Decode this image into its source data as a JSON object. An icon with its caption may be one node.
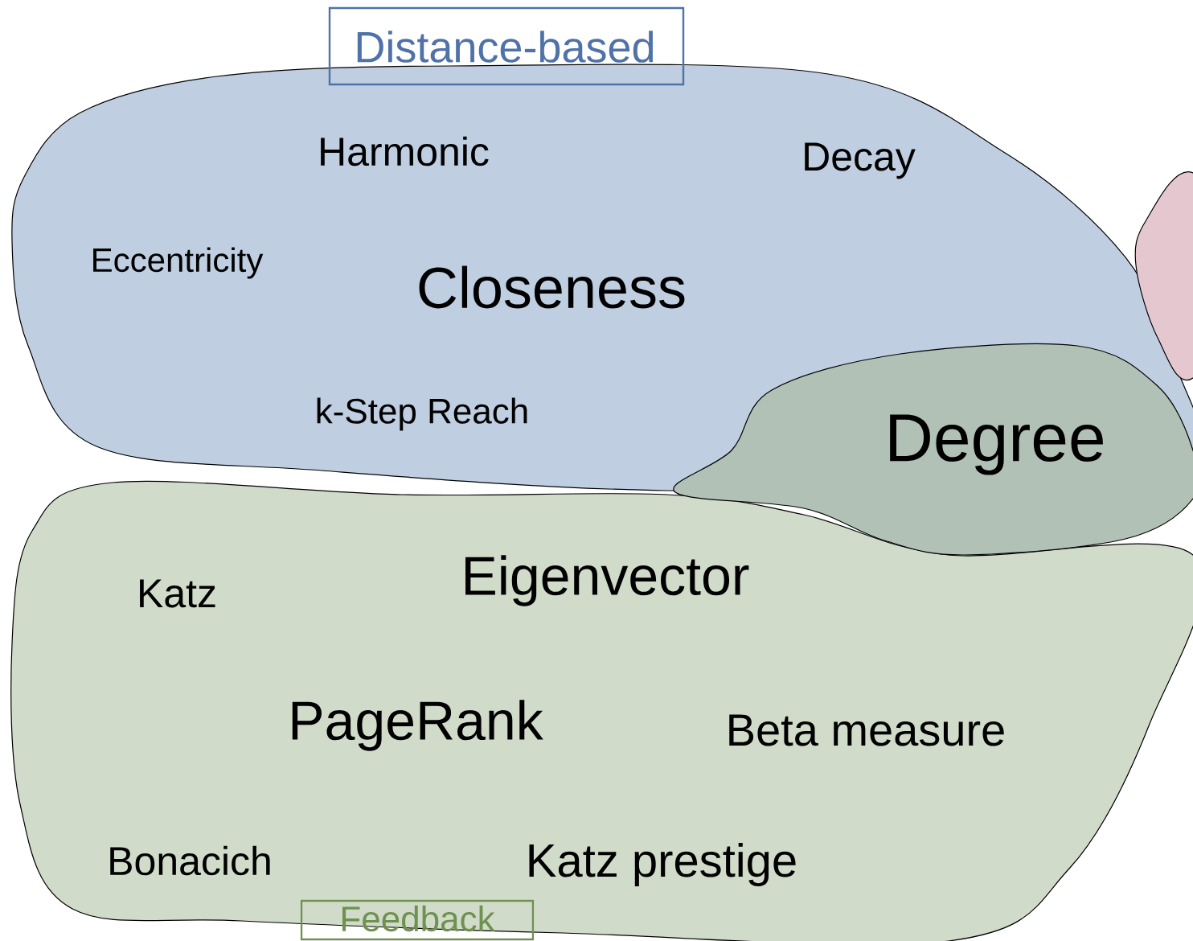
{
  "diagram": {
    "nodes": [
      {
        "text": [
          "Distance-based",
          "Harmonic",
          "Decay",
          "Eccentricity",
          "Closeness",
          "k-Step Reach"
        ]
      },
      {
        "text": [
          "Katz",
          "Eigenvector",
          "PageRank",
          "Beta measure",
          "Bonacich",
          "Katz prestige",
          "Feedback"
        ]
      },
      {
        "text": [
          "Degree"
        ]
      },
      {
        "text": [],
        "shape": "cloud"
      }
    ]
  }
}
